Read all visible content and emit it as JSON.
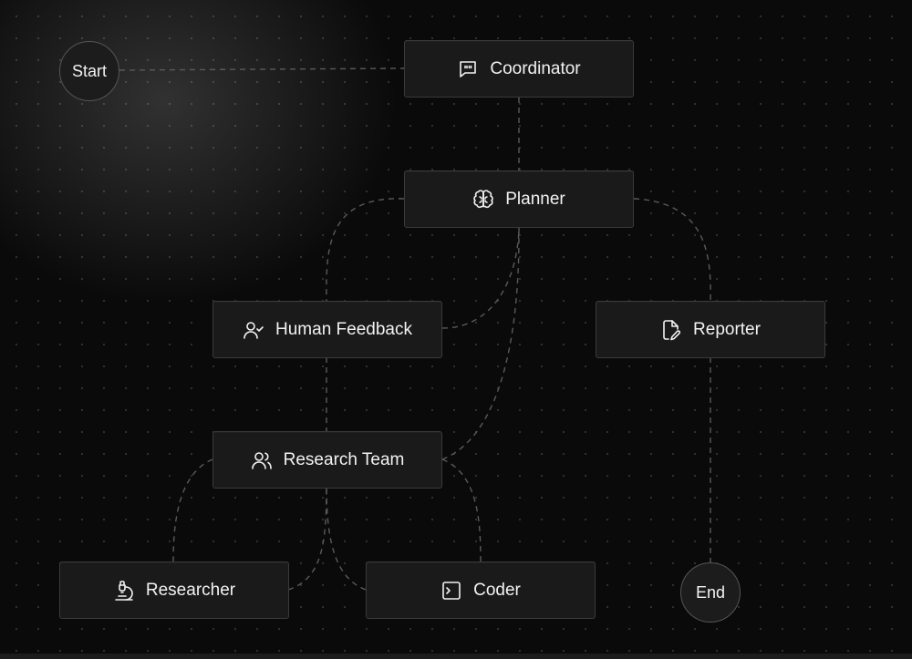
{
  "nodes": {
    "start": {
      "label": "Start"
    },
    "end": {
      "label": "End"
    },
    "coordinator": {
      "label": "Coordinator",
      "icon": "chat-icon"
    },
    "planner": {
      "label": "Planner",
      "icon": "brain-icon"
    },
    "human_feedback": {
      "label": "Human Feedback",
      "icon": "user-check-icon"
    },
    "reporter": {
      "label": "Reporter",
      "icon": "file-pen-icon"
    },
    "research_team": {
      "label": "Research Team",
      "icon": "users-icon"
    },
    "researcher": {
      "label": "Researcher",
      "icon": "microscope-icon"
    },
    "coder": {
      "label": "Coder",
      "icon": "terminal-icon"
    }
  },
  "edges": [
    [
      "start",
      "coordinator"
    ],
    [
      "coordinator",
      "planner"
    ],
    [
      "planner",
      "human_feedback"
    ],
    [
      "planner",
      "reporter"
    ],
    [
      "planner",
      "research_team"
    ],
    [
      "human_feedback",
      "planner"
    ],
    [
      "human_feedback",
      "research_team"
    ],
    [
      "research_team",
      "researcher"
    ],
    [
      "research_team",
      "coder"
    ],
    [
      "researcher",
      "research_team"
    ],
    [
      "coder",
      "research_team"
    ],
    [
      "reporter",
      "end"
    ]
  ],
  "colors": {
    "background": "#0a0a0a",
    "node_fill": "#1a1a1a",
    "node_border": "#3a3a3a",
    "edge": "#5a5a5a",
    "text": "#f2f2f2"
  }
}
